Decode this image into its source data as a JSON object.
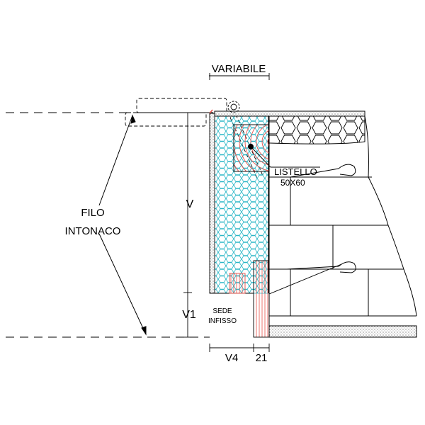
{
  "labels": {
    "variabile": "VARIABILE",
    "filo_line1": "FILO",
    "filo_line2": "INTONACO",
    "v": "V",
    "v1": "V1",
    "listello_line1": "LISTELLO",
    "listello_line2": "50X60",
    "sede_line1": "SEDE",
    "sede_line2": "INFISSO",
    "v4": "V4",
    "d21": "21"
  },
  "colors": {
    "line": "#000000",
    "insulation": "#29b6c6",
    "wood": "#e8504a",
    "stipple": "#555555"
  }
}
